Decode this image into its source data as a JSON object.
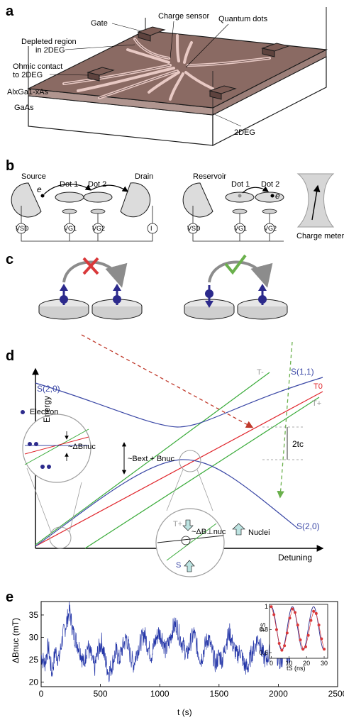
{
  "panels": {
    "a": "a",
    "b": "b",
    "c": "c",
    "d": "d",
    "e": "e"
  },
  "panel_a": {
    "gate": "Gate",
    "charge_sensor": "Charge sensor",
    "quantum_dots": "Quantum dots",
    "depleted_1": "Depleted region",
    "depleted_2": "in 2DEG",
    "ohmic_1": "Ohmic contact",
    "ohmic_2": "to 2DEG",
    "algaas": "AlxGa1-xAs",
    "gaas": "GaAs",
    "twodeg": "2DEG",
    "colors": {
      "surface": "#8a6a63",
      "gate": "#e8c9c4",
      "edge": "#1a1a1a"
    }
  },
  "panel_b": {
    "left": {
      "source": "Source",
      "drain": "Drain",
      "dot1": "Dot 1",
      "dot2": "Dot 2",
      "electron": "e",
      "vsd": "VSD",
      "vg1": "VG1",
      "vg2": "VG2",
      "current": "I"
    },
    "right": {
      "reservoir": "Reservoir",
      "dot1": "Dot 1",
      "dot2": "Dot 2",
      "electron": "e",
      "vsd": "VSD",
      "vg1": "VG1",
      "vg2": "VG2",
      "meter": "Charge meter"
    }
  },
  "panel_c": {
    "colors": {
      "forbidden": "#d9383a",
      "allowed": "#6ab04c",
      "spin": "#2c2a8c",
      "arrow": "#8c8c8c"
    }
  },
  "panel_d": {
    "energy": "Energy",
    "detuning": "Detuning",
    "s20_top": "S(2,0)",
    "s11": "S(1,1)",
    "s20_bottom": "S(2,0)",
    "t_minus": "T-",
    "t0": "T0",
    "t_plus": "T+",
    "electron": "Electron",
    "delta_b": "~ΔBnuc",
    "b_ext": "~Bext + Bnuc",
    "two_tc": "2tc",
    "t_plus_inset": "T+",
    "s_inset": "S",
    "delta_b_perp": "~ΔB⊥nuc",
    "nuclei": "Nuclei",
    "colors": {
      "singlet": "#3b48a6",
      "t0": "#e0242a",
      "triplet": "#3aab3a",
      "zoom": "#9e9e9e"
    }
  },
  "panel_e": {
    "ylabel": "ΔBnuc (mT)",
    "xlabel": "t (s)",
    "inset_ylabel": "PS",
    "inset_xlabel": "tS (ns)",
    "x_ticks": [
      "0",
      "500",
      "1000",
      "1500",
      "2000",
      "2500"
    ],
    "y_ticks": [
      "20",
      "25",
      "30",
      "35"
    ],
    "inset_x_ticks": [
      "0",
      "10",
      "20",
      "30"
    ],
    "inset_y_ticks": [
      "0.6",
      "0.8",
      "1"
    ],
    "colors": {
      "trace": "#2436a8",
      "fit": "#2c2a8c",
      "points": "#d9383a"
    }
  },
  "chart_data": [
    {
      "type": "line",
      "xlabel": "t (s)",
      "ylabel": "ΔBnuc (mT)",
      "xlim": [
        0,
        2500
      ],
      "ylim": [
        19,
        38
      ],
      "series": [
        {
          "x": [
            0,
            30,
            60,
            90,
            120,
            150,
            180,
            210,
            240,
            270,
            300,
            330,
            360,
            390,
            420,
            450,
            480,
            510,
            540,
            570,
            600,
            630,
            660,
            690,
            720,
            750,
            780,
            810,
            840,
            870,
            900,
            930,
            960,
            990,
            1020,
            1050,
            1080,
            1110,
            1140,
            1170,
            1200,
            1230,
            1260,
            1290,
            1320,
            1350,
            1380,
            1410,
            1440,
            1470,
            1500,
            1530,
            1560,
            1590,
            1620,
            1650,
            1680,
            1710,
            1740,
            1770,
            1800,
            1830,
            1860,
            1890,
            1920,
            1950,
            1980,
            2010,
            2040,
            2070,
            2100
          ],
          "y": [
            26,
            24,
            28,
            22,
            27,
            25,
            30,
            33,
            36,
            31,
            29,
            27,
            24,
            28,
            26,
            23,
            27,
            29,
            25,
            22,
            24,
            27,
            25,
            28,
            30,
            26,
            24,
            27,
            29,
            31,
            28,
            26,
            29,
            31,
            30,
            27,
            29,
            32,
            33,
            30,
            28,
            26,
            29,
            31,
            27,
            25,
            28,
            30,
            27,
            24,
            26,
            25,
            29,
            31,
            28,
            26,
            27,
            24,
            23,
            26,
            28,
            30,
            27,
            25,
            26,
            29,
            27,
            24,
            26,
            27,
            25
          ]
        }
      ]
    },
    {
      "type": "scatter",
      "xlabel": "tS (ns)",
      "ylabel": "PS",
      "xlim": [
        -1,
        32
      ],
      "ylim": [
        0.55,
        1.02
      ],
      "series": [
        {
          "x": [
            0,
            1.5,
            3,
            4.5,
            6,
            7.5,
            9,
            10.5,
            12,
            13.5,
            15,
            16.5,
            18,
            19.5,
            21,
            22.5,
            24,
            25.5,
            27,
            28.5,
            30
          ],
          "y": [
            1.0,
            0.93,
            0.8,
            0.68,
            0.62,
            0.66,
            0.77,
            0.9,
            0.98,
            0.95,
            0.84,
            0.71,
            0.63,
            0.65,
            0.75,
            0.88,
            0.96,
            0.94,
            0.84,
            0.72,
            0.63
          ]
        }
      ]
    }
  ]
}
